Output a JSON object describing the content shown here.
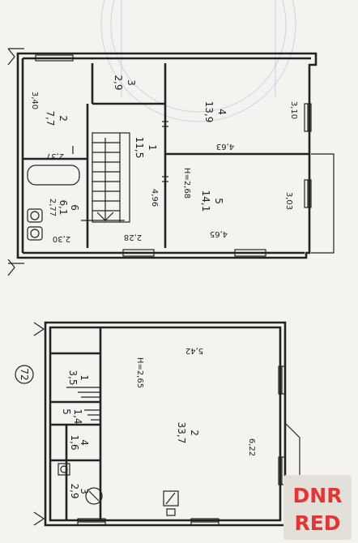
{
  "upper_floor": {
    "rooms": [
      {
        "id": "r1",
        "number": "1",
        "area": "11,5"
      },
      {
        "id": "r2",
        "number": "2",
        "area": "7,7"
      },
      {
        "id": "r3",
        "number": "3",
        "area": "2,9"
      },
      {
        "id": "r4",
        "number": "4",
        "area": "13,9"
      },
      {
        "id": "r5",
        "number": "5",
        "area": "14,1"
      },
      {
        "id": "r6",
        "number": "6",
        "area": "6,1"
      }
    ],
    "dimensions": [
      "3,40",
      "2,37",
      "2,77",
      "2,30",
      "2,28",
      "4,96",
      "3,10",
      "4,63",
      "3,03",
      "4,65"
    ],
    "height": "H=2,68"
  },
  "lower_floor": {
    "building_number": "72",
    "rooms": [
      {
        "id": "r1",
        "number": "1",
        "area": "3,5"
      },
      {
        "id": "r2",
        "number": "2",
        "area": "33,7"
      },
      {
        "id": "r3",
        "number": "3",
        "area": "2,9"
      },
      {
        "id": "r4",
        "number": "4",
        "area": "1,6"
      },
      {
        "id": "r5",
        "number": "5",
        "area": "1,4"
      }
    ],
    "dimensions": [
      "5,42",
      "6,22"
    ],
    "height": "H=2,65"
  },
  "watermark": {
    "line1": "DNR",
    "line2": "RED"
  }
}
